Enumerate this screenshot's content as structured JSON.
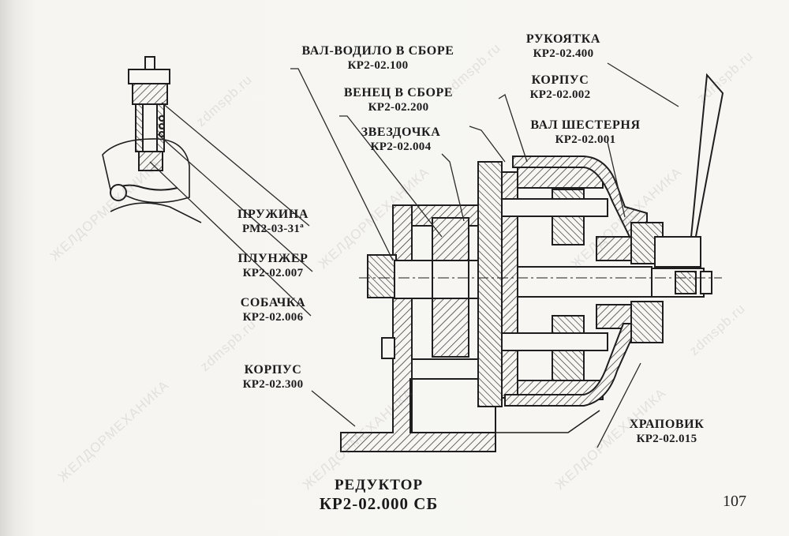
{
  "labels": {
    "carrier_shaft": {
      "name": "ВАЛ-ВОДИЛО В СБОРЕ",
      "code": "КР2-02.100"
    },
    "ring_gear": {
      "name": "ВЕНЕЦ В СБОРЕ",
      "code": "КР2-02.200"
    },
    "sprocket": {
      "name": "ЗВЕЗДОЧКА",
      "code": "КР2-02.004"
    },
    "handle": {
      "name": "РУКОЯТКА",
      "code": "КР2-02.400"
    },
    "housing_top": {
      "name": "КОРПУС",
      "code": "КР2-02.002"
    },
    "pinion_shaft": {
      "name": "ВАЛ ШЕСТЕРНЯ",
      "code": "КР2-02.001"
    },
    "spring": {
      "name": "ПРУЖИНА",
      "code": "РМ2-03-31ª"
    },
    "plunger": {
      "name": "ПЛУНЖЕР",
      "code": "КР2-02.007"
    },
    "pawl": {
      "name": "СОБАЧКА",
      "code": "КР2-02.006"
    },
    "housing_base": {
      "name": "КОРПУС",
      "code": "КР2-02.300"
    },
    "ratchet": {
      "name": "ХРАПОВИК",
      "code": "КР2-02.015"
    }
  },
  "title": {
    "line1": "РЕДУКТОР",
    "line2": "КР2-02.000 СБ"
  },
  "page_number": "107",
  "watermarks": {
    "site": "zdmspb.ru",
    "company": "ЖЕЛДОРМЕХАНИКА"
  }
}
